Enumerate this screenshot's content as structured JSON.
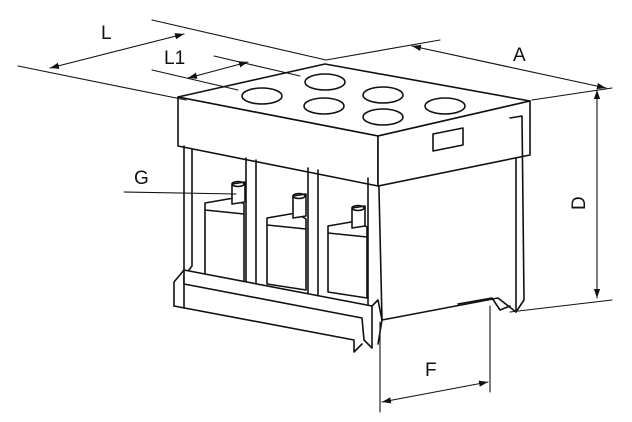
{
  "diagram": {
    "labels": {
      "L": "L",
      "L1": "L1",
      "A": "A",
      "G": "G",
      "D": "D",
      "F": "F"
    },
    "colors": {
      "line": "#111111",
      "background": "#ffffff"
    }
  }
}
